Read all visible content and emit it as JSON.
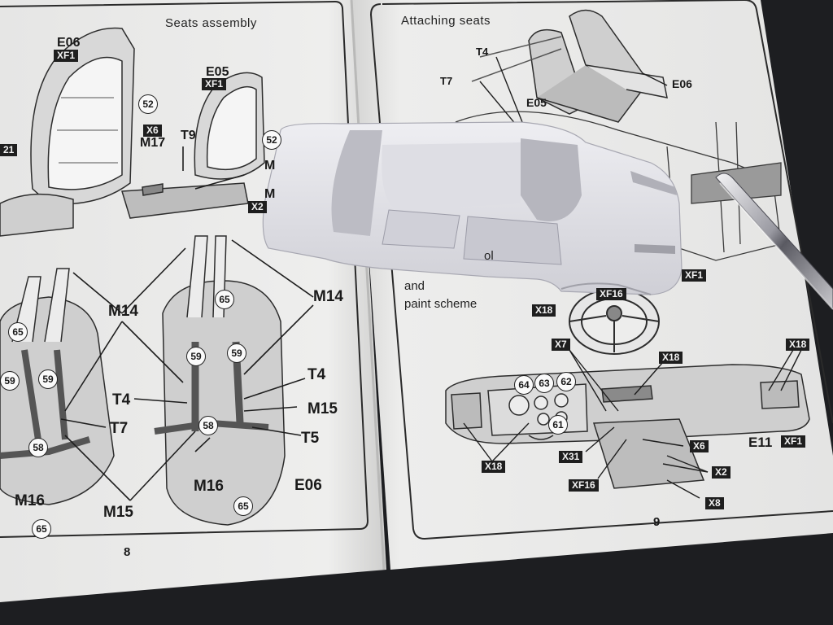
{
  "page_left": {
    "title": "Seats assembly",
    "page_number": "8",
    "labels": {
      "e06": "E06",
      "xf1_a": "XF1",
      "e05": "E05",
      "xf1_b": "XF1",
      "x6": "X6",
      "m17": "M17",
      "t9": "T9",
      "x2_partial": "X2",
      "m_partial_1": "M",
      "m_partial_2": "M",
      "num21": "21",
      "m14_left": "M14",
      "m14_right": "M14",
      "t4_left": "T4",
      "t4_right": "T4",
      "t7": "T7",
      "t5": "T5",
      "m15_left": "M15",
      "m15_right": "M15",
      "m16_left": "M16",
      "m16_right": "M16",
      "e06_bottom": "E06"
    },
    "circles": {
      "c52a": "52",
      "c52b": "52",
      "c65_topleft": "65",
      "c65_topright": "65",
      "c59_1": "59",
      "c59_2": "59",
      "c59_3": "59",
      "c59_4": "59",
      "c58_left": "58",
      "c58_right": "58",
      "c65_botleft": "65",
      "c65_botright": "65"
    }
  },
  "page_right": {
    "title": "Attaching seats",
    "page_number": "9",
    "labels": {
      "t4": "T4",
      "t7": "T7",
      "e05": "E05",
      "e06": "E06",
      "xf1_car": "XF1",
      "x18_wheel": "X18",
      "xf16_wheel": "XF16",
      "x7": "X7",
      "x18_a": "X18",
      "x18_b": "X18",
      "x18_c": "X18",
      "x31": "X31",
      "xf16": "XF16",
      "x6": "X6",
      "x2": "X2",
      "x8": "X8",
      "e11": "E11",
      "xf1_dash": "XF1"
    },
    "text_fragments": {
      "paint_scheme": "paint scheme",
      "and": "and",
      "ol": "ol"
    },
    "circles": {
      "c64": "64",
      "c63": "63",
      "c62": "62",
      "c61": "61"
    }
  },
  "objects": {
    "car_body": "white-plastic-car-body",
    "tool": "metal-tweezers"
  },
  "colors": {
    "background": "#1d1e21",
    "paper": "#ececeb",
    "ink": "#1a1a1a",
    "plastic": "#e2e2e8"
  }
}
